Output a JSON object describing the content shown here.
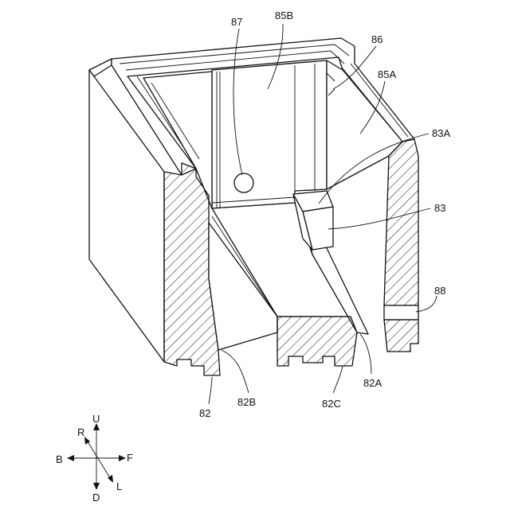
{
  "figure": {
    "labels": {
      "l87": "87",
      "l85B": "85B",
      "l86": "86",
      "l85A": "85A",
      "l83A": "83A",
      "l83": "83",
      "l88": "88",
      "l82A": "82A",
      "l82C": "82C",
      "l82B": "82B",
      "l82": "82"
    },
    "axes": {
      "up": "U",
      "down": "D",
      "back": "B",
      "front": "F",
      "right": "R",
      "left": "L"
    }
  }
}
